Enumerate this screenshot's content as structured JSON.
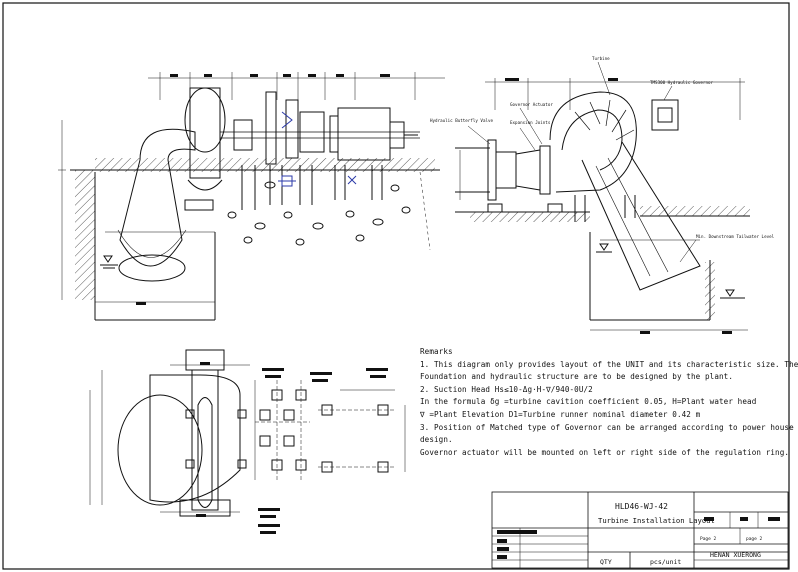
{
  "remarks": {
    "heading": "Remarks",
    "lines": [
      "1. This diagram only provides layout of the UNIT and its characteristic size. The",
      "Foundation and hydraulic structure are to be designed by the plant.",
      "2. Suction Head Hs≤10-Δg·H-∇/940-0U/2",
      "   In the formula   δg =turbine cavition coefficient 0.05, H=Plant water head",
      "   ∇ =Plant Elevation  D1=Turbine runner nominal diameter 0.42 m",
      "3. Position of Matched type of Governor can be arranged according to power house",
      "design.",
      "   Governor actuator will be mounted on left or right side of the regulation ring."
    ]
  },
  "title_block": {
    "model": "HLD46-WJ-42",
    "drawing_name": "Turbine Installation Layout",
    "qty_label": "QTY",
    "unit_label": "pcs/unit",
    "company": "HENAN XUERONG",
    "sheet": "Page 2",
    "total": "page 2"
  },
  "callouts": {
    "turbine": "Turbine",
    "governor": "TMS300 Hydraulic Governor",
    "actuator": "Governor Actuator",
    "expansion": "Expansion Joints",
    "butterfly": "Hydraulic Butterfly Valve",
    "tailwater": "Min. Downstream Tailwater Level"
  },
  "colors": {
    "line": "#111111",
    "accent_blue": "#2b3aa8",
    "background": "#ffffff"
  }
}
